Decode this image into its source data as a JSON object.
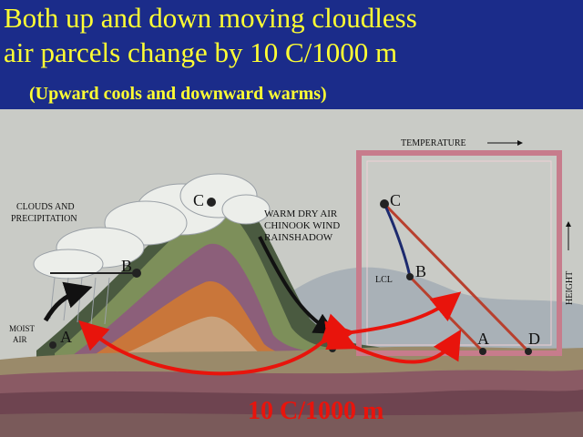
{
  "title": {
    "line1": "Both up and down moving cloudless",
    "line2": "air parcels change by 10 C/1000 m",
    "subtitle": "(Upward cools and downward warms)"
  },
  "diagram": {
    "labels": {
      "clouds": [
        "CLOUDS AND",
        "PRECIPITATION"
      ],
      "warm_air": [
        "WARM DRY AIR",
        "CHINOOK WIND",
        "RAINSHADOW"
      ],
      "moist_air": [
        "MOIST",
        "AIR"
      ],
      "temperature_axis": "TEMPERATURE",
      "height_axis": "HEIGHT",
      "lcl": "LCL"
    },
    "points": {
      "a": "A",
      "b": "B",
      "c": "C",
      "d": "D"
    },
    "graph_points": {
      "c": "C",
      "b": "B",
      "a": "A",
      "d": "D"
    },
    "rate_label": "10 C/1000 m"
  },
  "colors": {
    "background": "#1b2c8a",
    "title_text": "#ffff33",
    "arrow_red": "#e8140c",
    "rate_text": "#e8140c"
  }
}
